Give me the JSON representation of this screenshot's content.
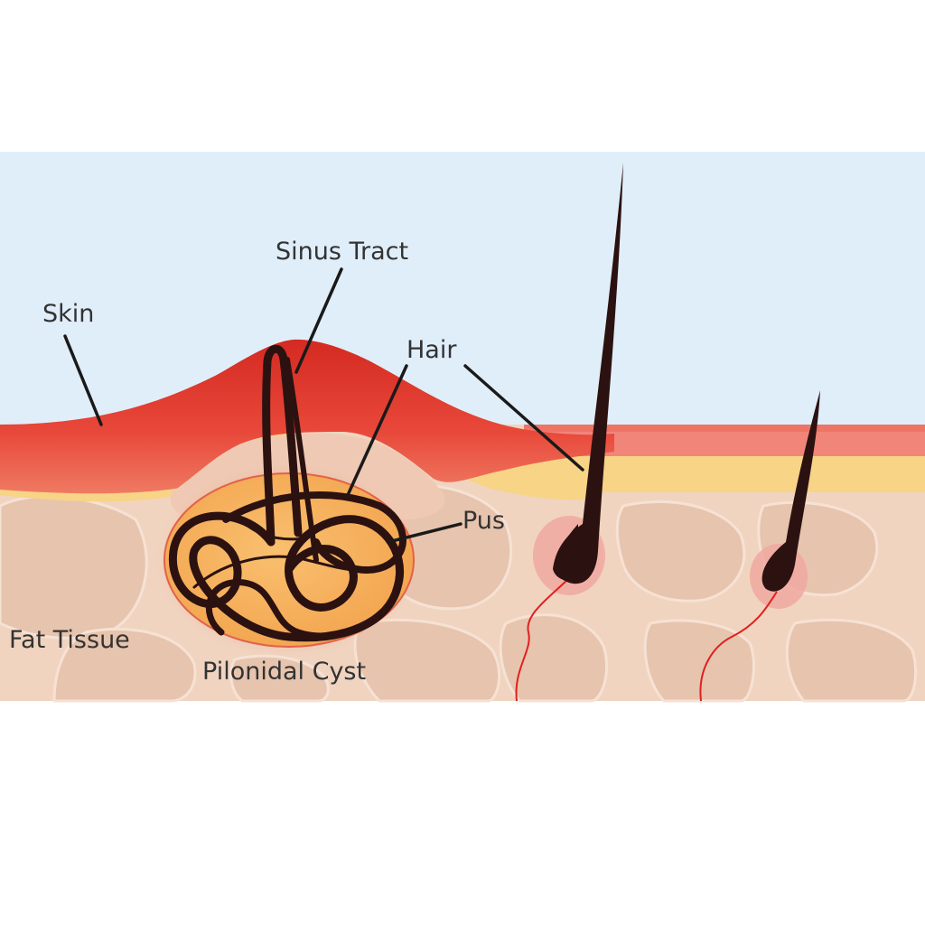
{
  "labels": {
    "sinus_tract": "Sinus Tract",
    "skin": "Skin",
    "hair": "Hair",
    "pus": "Pus",
    "fat_tissue": "Fat Tissue",
    "pilonidal_cyst": "Pilonidal Cyst"
  },
  "colors": {
    "background": "#ffffff",
    "sky": "#e0eefa",
    "skin_top": "#e8322a",
    "epidermis": "#f2857a",
    "yellow_layer": "#f7d486",
    "fat": "#f0d4c0",
    "fat_blob": "#e7c4ae",
    "cyst_fill": "#f7b25c",
    "hair": "#2b1210",
    "vessel": "#e02020",
    "leader": "#1a1a1a"
  }
}
